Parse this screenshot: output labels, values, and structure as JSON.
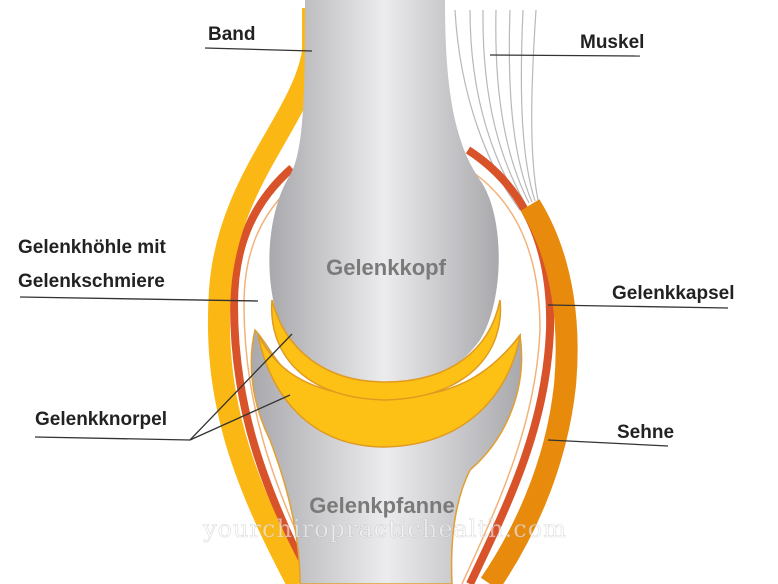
{
  "labels": {
    "band": "Band",
    "muskel": "Muskel",
    "gelenkhoehle_line1": "Gelenkhöhle mit",
    "gelenkhoehle_line2": "Gelenkschmiere",
    "gelenkkapsel": "Gelenkkapsel",
    "gelenkknorpel": "Gelenkknorpel",
    "sehne": "Sehne",
    "gelenkkopf": "Gelenkkopf",
    "gelenkpfanne": "Gelenkpfanne"
  },
  "watermark": "yourchiropractichealth.com",
  "colors": {
    "band": "#fbb713",
    "capsule": "#d9532a",
    "tendon": "#e88a0c",
    "cartilage": "#fdc116",
    "bone": "#c9c9cc",
    "muscle": "#b8b8b8"
  }
}
